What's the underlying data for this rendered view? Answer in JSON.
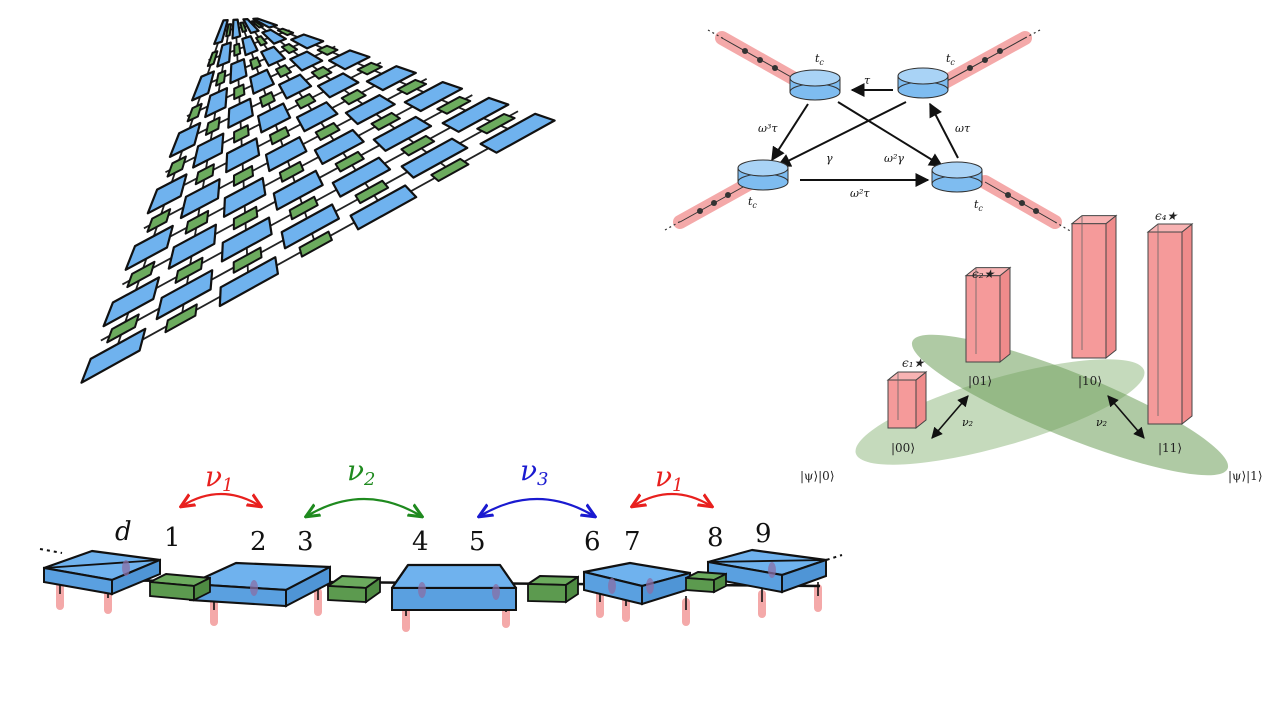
{
  "colors": {
    "site": "#6fb2ee",
    "coupler": "#6cab5e",
    "bar": "#f59a9a",
    "nu1": "#e8201e",
    "nu2": "#1f8a1f",
    "nu3": "#1a1ad0",
    "lead": "#f4a9a9"
  },
  "ring": {
    "tc": "t",
    "tc_sub": "c",
    "edges": {
      "top": "τ",
      "left": "ω³τ",
      "right": "ωτ",
      "bottom": "ω²τ",
      "diag_left": "γ",
      "diag_right": "ω²γ"
    }
  },
  "bars": {
    "labels": [
      "ϵ₁★",
      "ϵ₂★",
      "",
      "ϵ₄★"
    ],
    "states": [
      "|00⟩",
      "|01⟩",
      "|10⟩",
      "|11⟩"
    ],
    "nu": "ν₂",
    "psi_left": "|ψ⟩|0⟩",
    "psi_right": "|ψ⟩|1⟩",
    "bar_values": [
      0.25,
      0.45,
      0.7,
      1.0
    ]
  },
  "chain": {
    "couplings": [
      {
        "label": "ν",
        "sub": "1",
        "color": "#e8201e"
      },
      {
        "label": "ν",
        "sub": "2",
        "color": "#1f8a1f"
      },
      {
        "label": "ν",
        "sub": "3",
        "color": "#1a1ad0"
      },
      {
        "label": "ν",
        "sub": "1",
        "color": "#e8201e"
      }
    ],
    "site_labels": [
      "d",
      "1",
      "2",
      "3",
      "4",
      "5",
      "6",
      "7",
      "8",
      "9"
    ]
  }
}
